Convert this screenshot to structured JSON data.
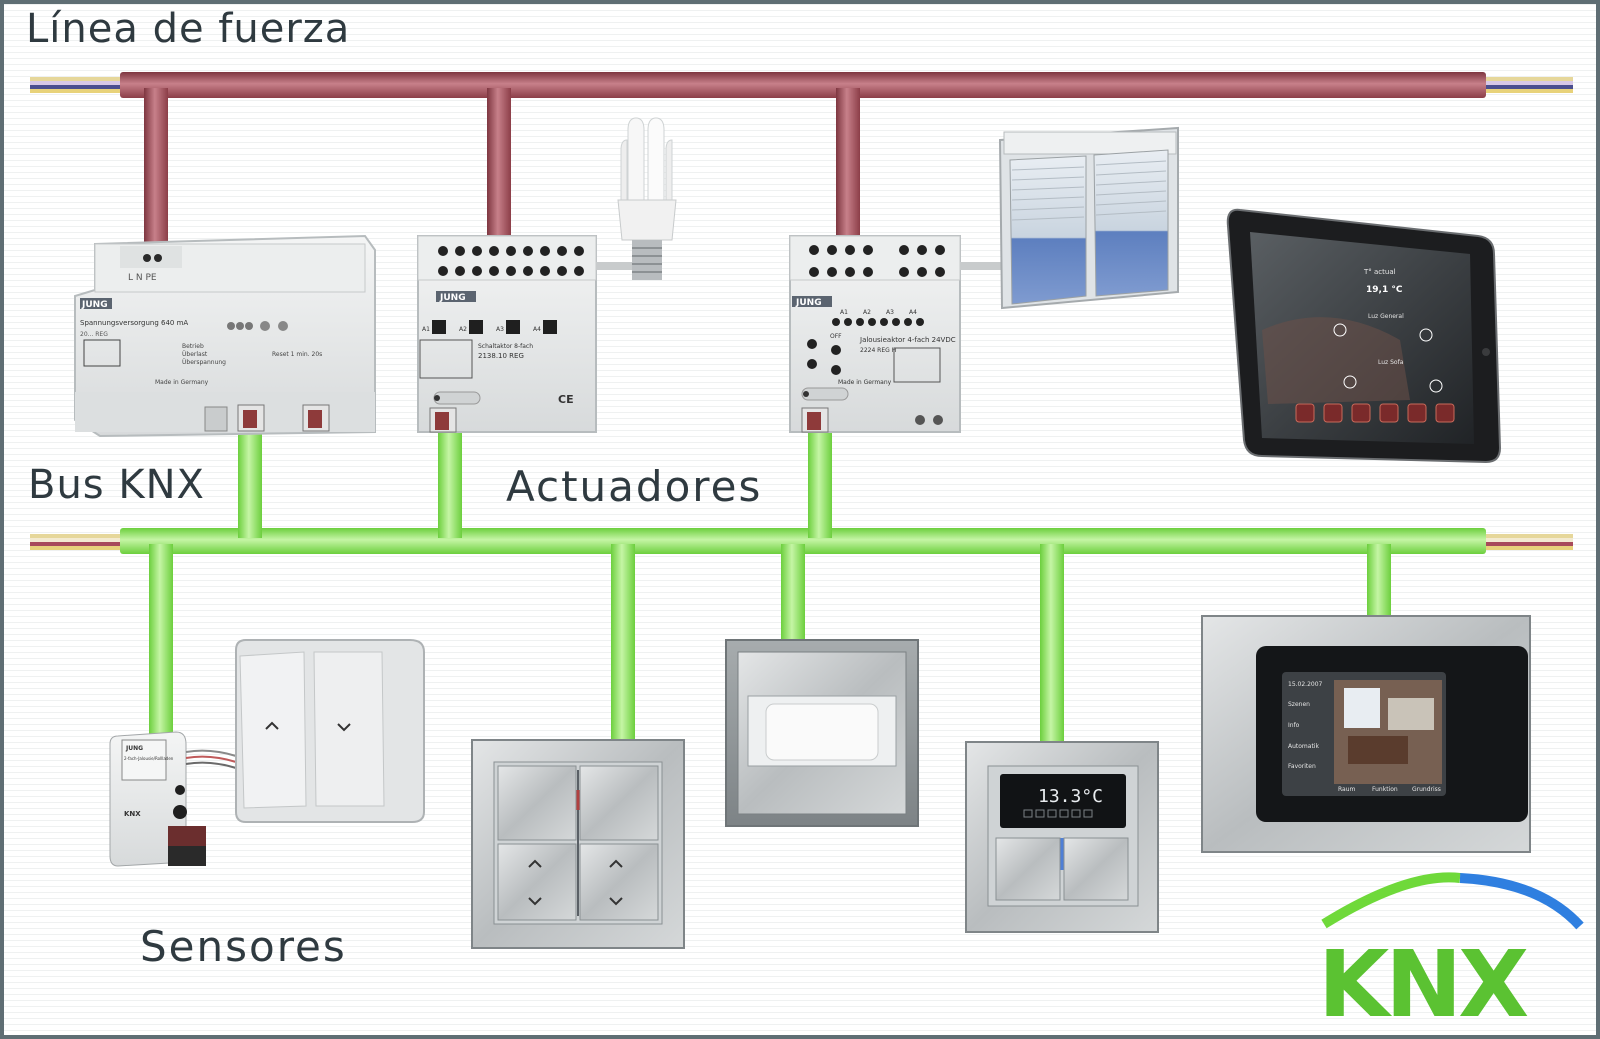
{
  "labels": {
    "power_line": "Línea de fuerza",
    "bus": "Bus KNX",
    "actuators": "Actuadores",
    "sensors": "Sensores"
  },
  "devices": {
    "power_supply": {
      "brand": "JUNG",
      "terminals": "L  N  PE",
      "title": "Spannungsversorgung 640 mA",
      "model": "20... REG",
      "status": [
        "Betrieb",
        "Überlast",
        "Überspannung"
      ],
      "reset": "Reset 1 min. 20s",
      "origin": "Made in Germany"
    },
    "switch_actuator": {
      "brand": "JUNG",
      "title": "Schaltaktor 8-fach",
      "model": "2138.10 REG",
      "channels": [
        "A1",
        "A2",
        "A3",
        "A4"
      ],
      "ce": "CE"
    },
    "blind_actuator": {
      "brand": "JUNG",
      "title": "Jalousieaktor 4-fach 24VDC",
      "model": "2224 REG H",
      "channels": [
        "A1",
        "A2",
        "A3",
        "A4"
      ],
      "off": "OFF",
      "origin": "Made in Germany"
    },
    "tablet": {
      "temp_label": "T° actual",
      "temp_value": "19,1 °C",
      "items": [
        "Luz General",
        "Luz Sofa"
      ]
    },
    "thermostat": {
      "display": "13.3°C"
    },
    "touch_panel": {
      "date": "15.02.2007",
      "menu": [
        "Szenen",
        "Info",
        "Automatik",
        "Favoriten"
      ],
      "tabs": [
        "Raum",
        "Funktion",
        "Grundriss"
      ]
    },
    "bus_coupler": {
      "brand": "JUNG",
      "title": "2-fach-Jalousie/Rollladen",
      "logo": "KNX"
    }
  },
  "logo": {
    "text": "KNX",
    "colors": {
      "arc_green": "#6fd93a",
      "arc_blue": "#2f7fe0",
      "k_green": "#5bc232",
      "n_gray": "#7f8a8f",
      "x_blue": "#2f86e6"
    }
  },
  "colors": {
    "power_line": "#a24f5a",
    "bus_line": "#8ee665",
    "label_text": "#2f3a40",
    "frame": "#5f6e74",
    "background_stripe": "#f1f3f3"
  }
}
